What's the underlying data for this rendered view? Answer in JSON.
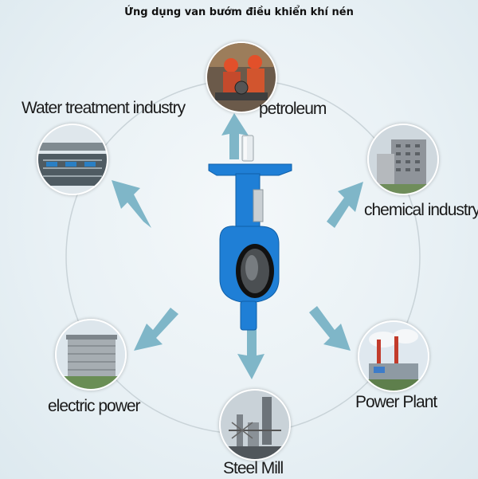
{
  "title": "Ứng dụng van bướm điều khiển khí nén",
  "colors": {
    "valve_blue": "#1f7fd6",
    "arrow_teal": "#7fb6c8",
    "circle_line": "#c9d3d8"
  },
  "center_image": "butterfly-valve",
  "applications": [
    {
      "label": "petroleum",
      "icon": "oil-workers-photo"
    },
    {
      "label": "chemical industry",
      "icon": "chemical-plant-photo"
    },
    {
      "label": "Power Plant",
      "icon": "power-plant-photo"
    },
    {
      "label": "Steel Mill",
      "icon": "steel-mill-photo"
    },
    {
      "label": "electric power",
      "icon": "substation-building-photo"
    },
    {
      "label": "Water treatment industry",
      "icon": "water-treatment-photo"
    }
  ]
}
